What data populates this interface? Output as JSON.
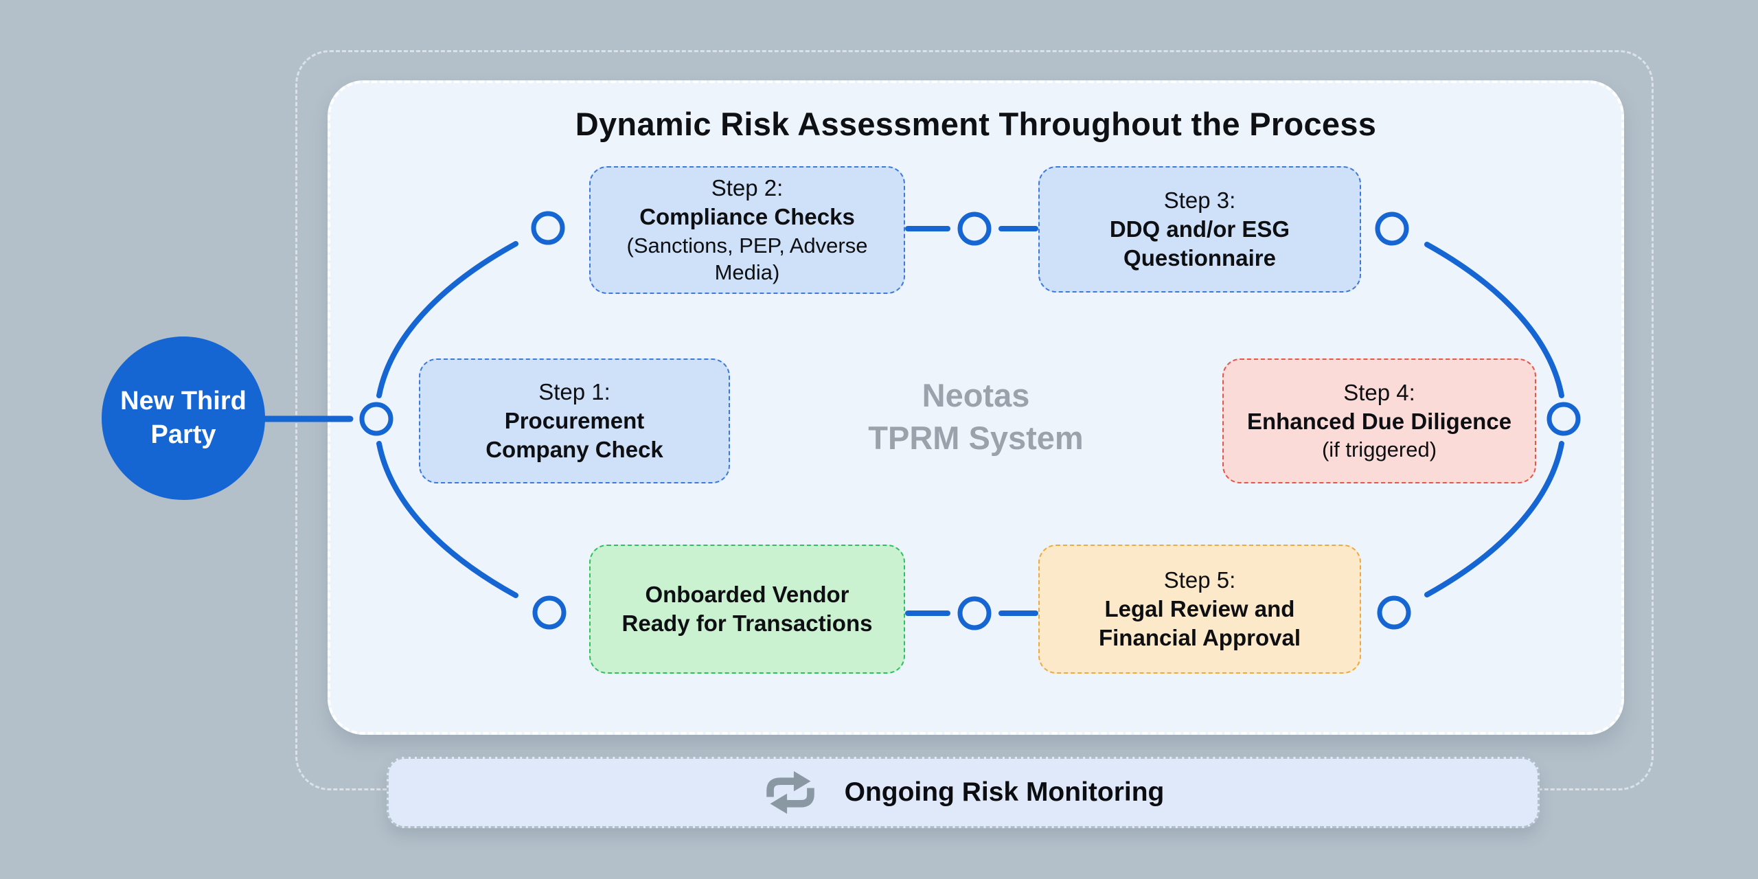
{
  "colors": {
    "background": "#b3bfc9",
    "panel_fill": "#edf4fc",
    "accent_blue": "#1565d3",
    "muted_gray_text": "#9aa2ac",
    "box_blue_fill": "#cfe1f8",
    "box_blue_border": "#3c79dd",
    "box_red_fill": "#fbdbd8",
    "box_red_border": "#e4564a",
    "box_green_fill": "#caf2d0",
    "box_green_border": "#2fbf63",
    "box_orange_fill": "#fbe9c9",
    "box_orange_border": "#edaa3f",
    "monitor_bar_fill": "#dfe9fa",
    "icon_gray": "#8a98a3"
  },
  "panel": {
    "title": "Dynamic Risk Assessment Throughout the Process"
  },
  "entry": {
    "label": "New Third\nParty"
  },
  "center_label": {
    "line1": "Neotas",
    "line2": "TPRM System"
  },
  "steps": [
    {
      "prefix": "Step 1:",
      "title": "Procurement\nCompany Check",
      "suffix": "",
      "theme": "blue"
    },
    {
      "prefix": "Step 2:",
      "title": "Compliance Checks",
      "suffix": "(Sanctions, PEP, Adverse\nMedia)",
      "theme": "blue"
    },
    {
      "prefix": "Step 3:",
      "title": "DDQ and/or ESG\nQuestionnaire",
      "suffix": "",
      "theme": "blue"
    },
    {
      "prefix": "Step 4:",
      "title": "Enhanced Due Diligence",
      "suffix": "(if triggered)",
      "theme": "red"
    },
    {
      "prefix": "Step 5:",
      "title": "Legal Review and\nFinancial Approval",
      "suffix": "",
      "theme": "orange"
    },
    {
      "prefix": "",
      "title": "Onboarded Vendor\nReady for Transactions",
      "suffix": "",
      "theme": "green"
    }
  ],
  "monitoring": {
    "label": "Ongoing Risk Monitoring",
    "icon": "repeat-icon"
  }
}
